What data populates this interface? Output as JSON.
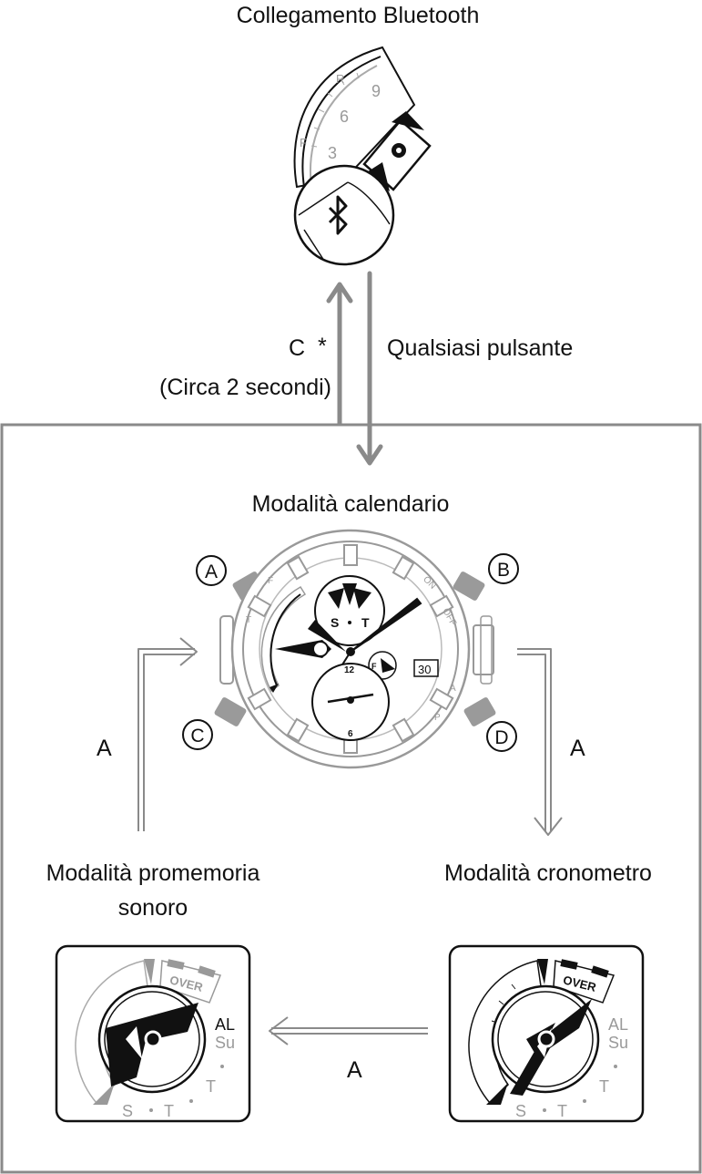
{
  "labels": {
    "bluetooth_title": "Collegamento Bluetooth",
    "c_button": "C",
    "asterisk": "*",
    "hold_time": "(Circa 2 secondi)",
    "any_button": "Qualsiasi pulsante",
    "calendar_mode": "Modalità calendario",
    "alarm_mode_line1": "Modalità promemoria",
    "alarm_mode_line2": "sonoro",
    "stopwatch_mode": "Modalità cronometro",
    "arrow_a_left": "A",
    "arrow_a_right": "A",
    "arrow_a_bottom": "A"
  },
  "buttons": {
    "a": "A",
    "b": "B",
    "c": "C",
    "d": "D"
  },
  "dial": {
    "bluetooth_scale": [
      "R",
      "9",
      "6",
      "F",
      "3"
    ],
    "watch_subdial": [
      "S",
      "T"
    ],
    "watch_bezel": [
      "ON",
      "OFF",
      "A",
      "P",
      "T",
      "F"
    ],
    "twelve": "12",
    "six": "6",
    "date": "30",
    "fa": "F",
    "alarm_over": "OVER",
    "alarm_al": "AL",
    "alarm_su": "Su",
    "alarm_s": "S",
    "alarm_t": "T",
    "stopwatch_over": "OVER",
    "stopwatch_al": "AL",
    "stopwatch_su": "Su",
    "stopwatch_s": "S",
    "stopwatch_t": "T"
  },
  "colors": {
    "line": "#111111",
    "gray": "#9a9a9a",
    "frame": "#8a8a8a"
  }
}
